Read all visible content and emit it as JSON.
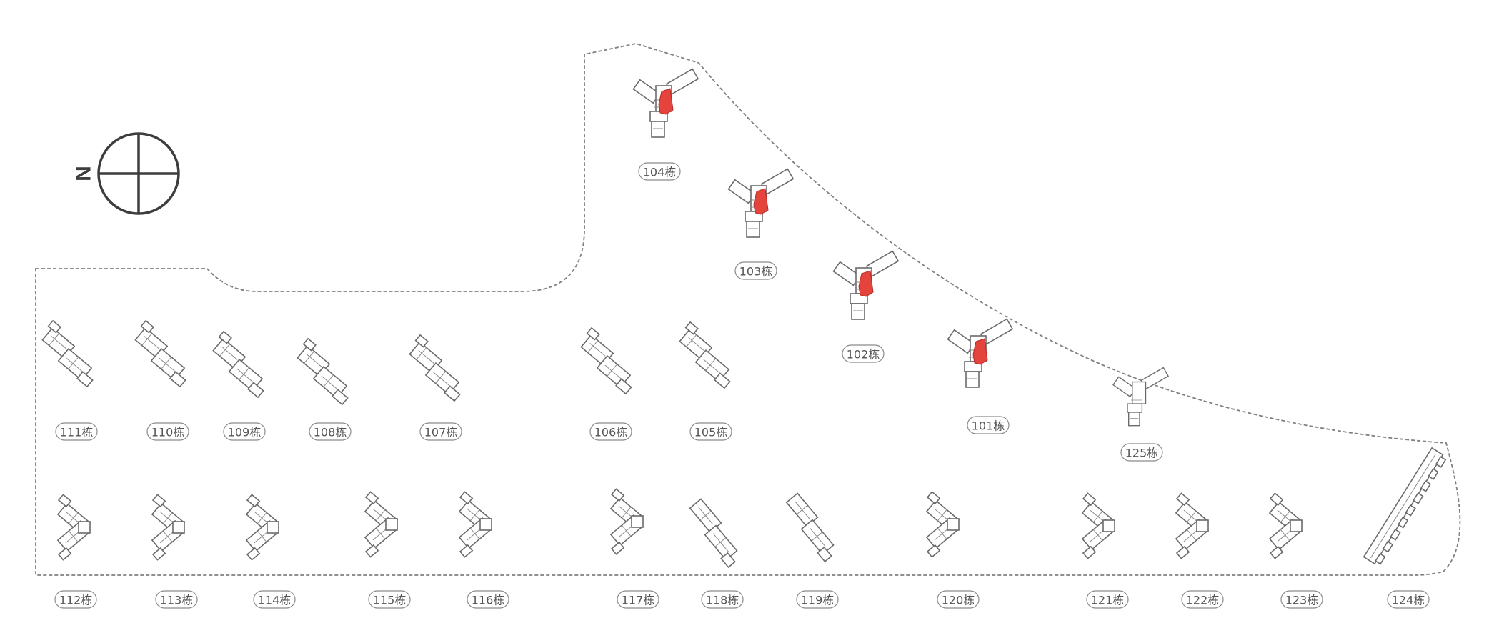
{
  "map": {
    "compass": {
      "north_label": "N",
      "icon": "north-compass-icon"
    },
    "highlight_color": "#e5443d",
    "buildings": [
      {
        "id": "104",
        "label": "104栋",
        "highlighted": true
      },
      {
        "id": "103",
        "label": "103栋",
        "highlighted": true
      },
      {
        "id": "102",
        "label": "102栋",
        "highlighted": true
      },
      {
        "id": "101",
        "label": "101栋",
        "highlighted": true
      },
      {
        "id": "125",
        "label": "125栋",
        "highlighted": false
      },
      {
        "id": "111",
        "label": "111栋",
        "highlighted": false
      },
      {
        "id": "110",
        "label": "110栋",
        "highlighted": false
      },
      {
        "id": "109",
        "label": "109栋",
        "highlighted": false
      },
      {
        "id": "108",
        "label": "108栋",
        "highlighted": false
      },
      {
        "id": "107",
        "label": "107栋",
        "highlighted": false
      },
      {
        "id": "106",
        "label": "106栋",
        "highlighted": false
      },
      {
        "id": "105",
        "label": "105栋",
        "highlighted": false
      },
      {
        "id": "112",
        "label": "112栋",
        "highlighted": false
      },
      {
        "id": "113",
        "label": "113栋",
        "highlighted": false
      },
      {
        "id": "114",
        "label": "114栋",
        "highlighted": false
      },
      {
        "id": "115",
        "label": "115栋",
        "highlighted": false
      },
      {
        "id": "116",
        "label": "116栋",
        "highlighted": false
      },
      {
        "id": "117",
        "label": "117栋",
        "highlighted": false
      },
      {
        "id": "118",
        "label": "118栋",
        "highlighted": false
      },
      {
        "id": "119",
        "label": "119栋",
        "highlighted": false
      },
      {
        "id": "120",
        "label": "120栋",
        "highlighted": false
      },
      {
        "id": "121",
        "label": "121栋",
        "highlighted": false
      },
      {
        "id": "122",
        "label": "122栋",
        "highlighted": false
      },
      {
        "id": "123",
        "label": "123栋",
        "highlighted": false
      },
      {
        "id": "124",
        "label": "124栋",
        "highlighted": false
      }
    ]
  }
}
